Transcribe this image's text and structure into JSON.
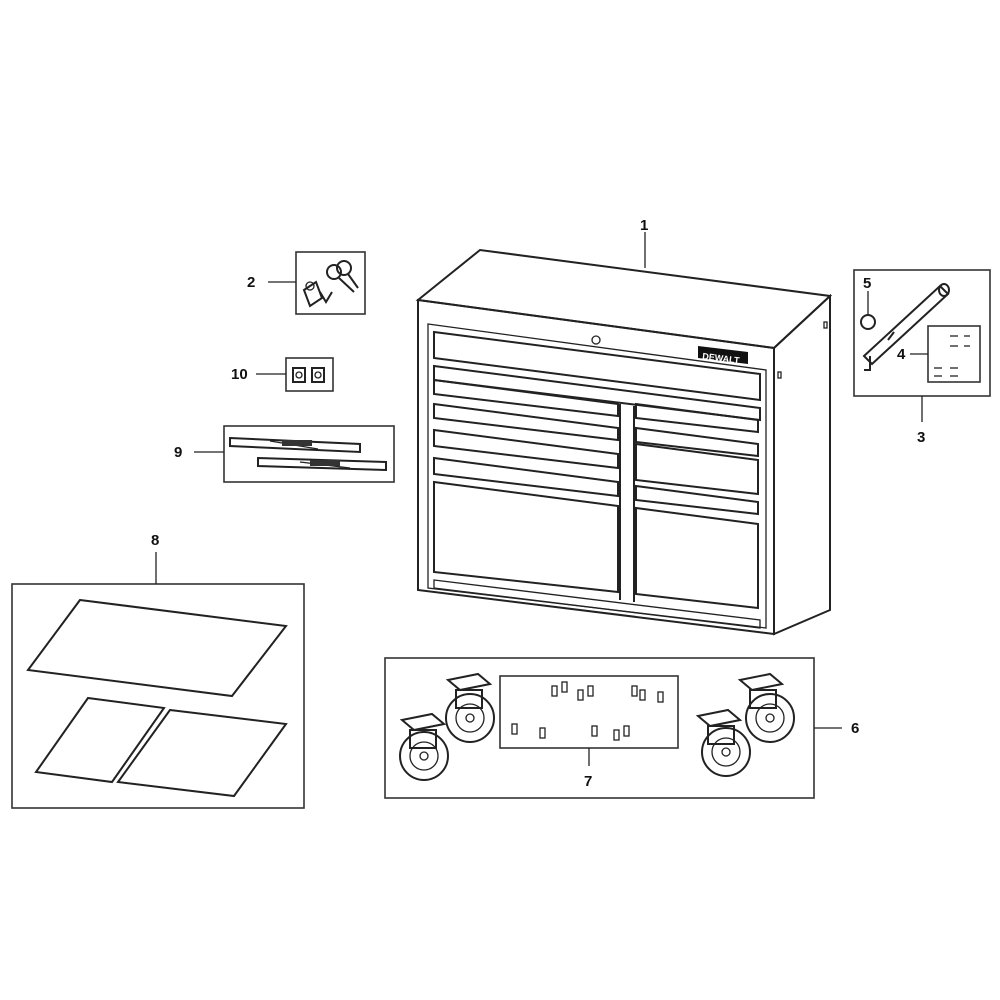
{
  "brand_label": "DEWALT",
  "callouts": {
    "c1": "1",
    "c2": "2",
    "c3": "3",
    "c4": "4",
    "c5": "5",
    "c6": "6",
    "c7": "7",
    "c8": "8",
    "c9": "9",
    "c10": "10"
  },
  "colors": {
    "line": "#222222",
    "background": "#ffffff"
  },
  "icons": [
    "tool-chest",
    "lock-key-set",
    "drawer-bumpers",
    "drawer-slides",
    "side-handle",
    "handle-screws",
    "handle-cap",
    "casters",
    "caster-bolts",
    "drawer-liners"
  ]
}
